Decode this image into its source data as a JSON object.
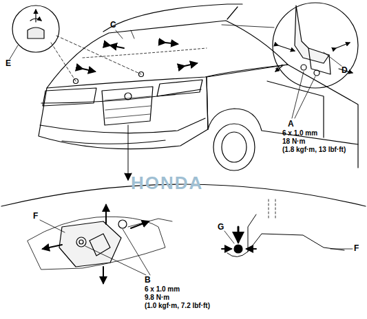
{
  "diagram": {
    "labels": [
      "E",
      "C",
      "D",
      "A",
      "6 x 1.0 mm",
      "18 N·m",
      "(1.8 kgf·m, 13 lbf·ft)",
      "F",
      "B",
      "6 x 1.0 mm",
      "9.8 N·m",
      "(1.0 kgf·m, 7.2 lbf·ft)",
      "G",
      "F",
      "HONDA"
    ]
  }
}
